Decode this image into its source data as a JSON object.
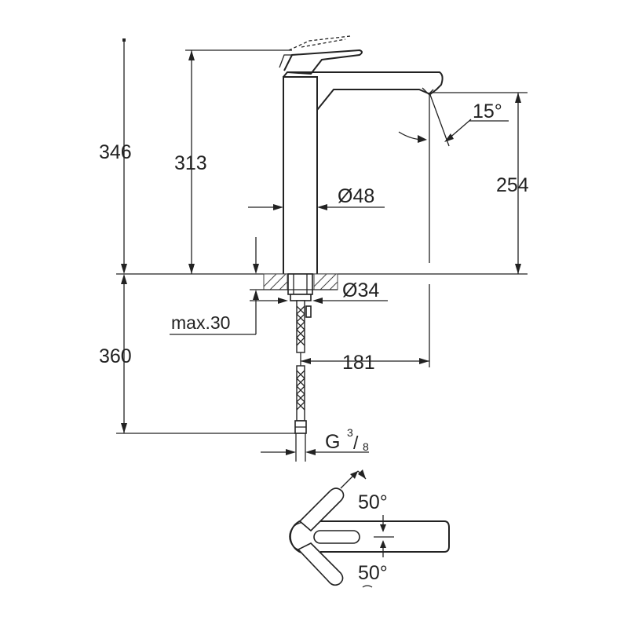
{
  "diagram": {
    "dimensions": {
      "total_height": "346",
      "spout_height": "313",
      "outlet_height": "254",
      "spout_angle": "15°",
      "body_diameter": "Ø48",
      "hole_diameter": "Ø34",
      "max_deck_thickness": "max.30",
      "hose_length": "360",
      "spout_reach": "181",
      "connection_main": "G",
      "connection_num": "3",
      "connection_den": "8",
      "lever_angle_upper": "50°",
      "lever_angle_lower": "50°"
    },
    "colors": {
      "line": "#222222",
      "background": "#ffffff"
    }
  }
}
